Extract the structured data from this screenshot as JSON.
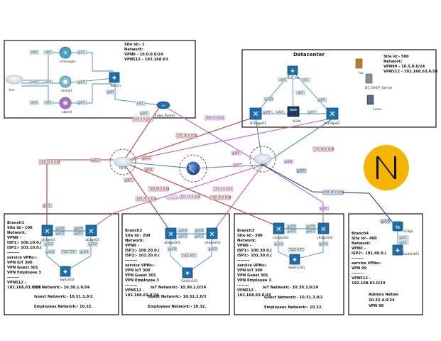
{
  "colors": {
    "link_red": "#b03a3a",
    "link_purple": "#c060c0",
    "link_teal": "#4a8fa0",
    "link_blue": "#1f3b8a",
    "device_blue": "#1e6fa8",
    "box_border": "#222222",
    "logo_yellow": "#f4b400"
  },
  "site1": {
    "info": [
      "Site id:- 1",
      "Network:",
      "VPN0 - 10.0.0.0/24",
      "VPN512 - 192.168.63"
    ],
    "host_label": "bsc",
    "devices": [
      "vmanager",
      "vsmart",
      "vbond",
      "Switch",
      "Edge_Router"
    ],
    "ports": [
      "eth0",
      "eth0",
      "eth0",
      "eth1",
      "eth1",
      "eth1",
      "gi0/1",
      "gi0/2",
      "gi0/3",
      "gi0/0",
      "e0/1",
      "gi0/1"
    ]
  },
  "datacenter": {
    "title": "Datacenter",
    "info": [
      "Site id:- 500",
      "Network:",
      "VPN99 - 10.5.0.0/24",
      "VPN512 - 192.168.63.0/24"
    ],
    "devices": [
      "DC_Sw",
      "DcEdge01",
      "ASAV",
      "DcEdge02",
      "Ivy",
      "DC_DHCP_Server",
      "Linux"
    ],
    "ports": [
      "e0/0",
      "e0/1",
      "e0/2",
      "ge0/2",
      "gi0/1",
      "gi0/2",
      "gi0/0",
      "eth0"
    ]
  },
  "wan": {
    "clouds": [
      "ISP1",
      "ISP2"
    ],
    "internet_label": "",
    "subnets": [
      "100.0.0.0/24",
      "200.0.0.0/24",
      "100.10.0.0/24",
      "100.20.0.0/24",
      "101.10.0.0/24",
      "101.20.0.0/24",
      "100.30.0.0/24",
      "101.40.0.0/24",
      "101.30.0.0/24",
      "200.40.0.0/24",
      "100.40.0.0/24",
      "101.0.0.0/24"
    ],
    "ports": [
      "gi0/2",
      "gi0/3",
      "gi0/4",
      "gi0/5",
      "gi0/6",
      "gi0/7",
      "gi0/8",
      "gi0/9",
      "gi0/1",
      "gi0/0"
    ]
  },
  "branch1": {
    "info": [
      "Branch1",
      "Site id:- 100",
      "Network:",
      "VPN0 -",
      "ISP1:- 100.10.0.(",
      "ISP2:- 101.10.0.(",
      "--------",
      "service VPNs:-",
      "VPN IoT 300",
      "VPN Guest 301",
      "VPN Employee 3",
      "--------",
      "VPN512 -",
      "192.168.63.0/24"
    ],
    "edges": [
      "vEdge01",
      "vEdge02"
    ],
    "switch": "Switch01",
    "ports": [
      "ge0/0",
      "ge0/1",
      "ge0/0",
      "ge0/1",
      "ge0/2",
      "ge0/2",
      "TLOC-EXT",
      "ge0/3",
      "ge0/3"
    ],
    "notes": [
      "IoT Network:- 10.30.1.0/24",
      "Guest Network:- 10.31.1.0/2",
      "Employees Network:- 10.32."
    ]
  },
  "branch2": {
    "info": [
      "Branch2",
      "Site id:- 200",
      "Network:",
      "VPN0 -",
      "ISP1:- 100.20.0.(",
      "ISP2:- 101.20.0.(",
      "--------",
      "service VPNs:-",
      "VPN IoT 300",
      "VPN Guest 301",
      "VPN Employee 3",
      "--------",
      "VPN512 -",
      "192.168.63.0/24"
    ],
    "edges": [
      "vEdge201",
      "vEdge202"
    ],
    "switch": "Switch201",
    "ports": [
      "ge0/0",
      "ge0/1",
      "ge0/0",
      "ge0/1",
      "ge0/2",
      "ge0/2",
      "TLOC-EXT"
    ],
    "notes": [
      "IoT Network:- 10.30.2.0/24",
      "Guest Network:- 10.31.2.0/2",
      "Employees Network:- 10.32."
    ]
  },
  "branch3": {
    "info": [
      "Branch3",
      "Site id:- 300",
      "Network:",
      "VPN0 -",
      "ISP1:- 100.30.0.(",
      "ISP2:- 101.30.0.(",
      "--------",
      "service VPNs:-",
      "VPN IoT 300",
      "VPN Guest 301",
      "VPN Employee 3",
      "--------",
      "VPN512 -",
      "192.168.63.0/24"
    ],
    "edges": [
      "vEdge301",
      "vEdge302"
    ],
    "switch": "Switch301",
    "ports": [
      "ge0/0",
      "ge0/1",
      "ge0/0",
      "ge0/1",
      "ge0/2",
      "ge0/2",
      "TLOC-EXT"
    ],
    "notes": [
      "IoT Network:- 10.30.3.0/24",
      "Guest Network:- 10.31.3.0/2",
      "Employees Network:- 10.32."
    ]
  },
  "branch4": {
    "info": [
      "Branch4",
      "Site id:- 400",
      "Network:",
      "VPN0 -",
      "ISP2:- 101.40.0.(",
      "--------",
      "service VPNs:-",
      "VPN 99",
      "--------",
      "VPN512 -",
      "192.168.63.0/24"
    ],
    "edges": [
      "cEdge"
    ],
    "switch": "Switch401",
    "ports": [
      "ge0/0",
      "gi0/1",
      "gi0/1"
    ],
    "notes": [
      "Admins Netwo",
      "10.32.4.0/24",
      "VPN 99"
    ]
  }
}
